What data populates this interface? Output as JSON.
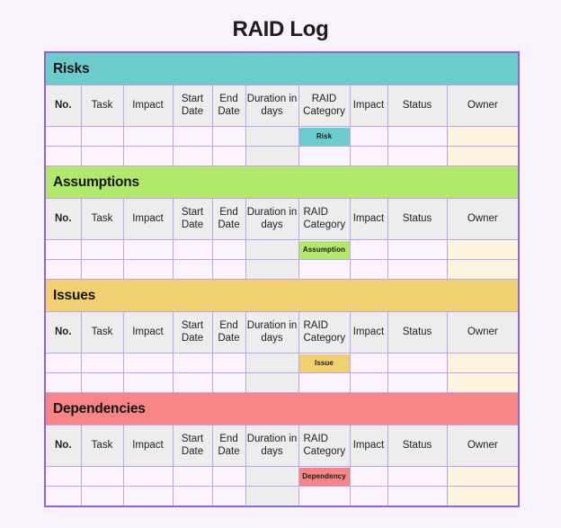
{
  "page": {
    "title": "RAID Log",
    "background_color": "#f8f1ff",
    "table_border_color": "#8d64e0",
    "cell_border_color": "#bda4ee"
  },
  "columns": [
    {
      "label": "No.",
      "bold": true
    },
    {
      "label": "Task",
      "bold": false
    },
    {
      "label": "Impact",
      "bold": false
    },
    {
      "label": "Start Date",
      "bold": false
    },
    {
      "label": "End Date",
      "bold": false
    },
    {
      "label": "Duration in days",
      "bold": false
    },
    {
      "label": "RAID Category",
      "bold": false
    },
    {
      "label": "Impact",
      "bold": false
    },
    {
      "label": "Status",
      "bold": false
    },
    {
      "label": "Owner",
      "bold": false
    }
  ],
  "sections": [
    {
      "name": "Risks",
      "color": "#6ccccb",
      "badge_label": "Risk",
      "header_align": "center",
      "rows": [
        {
          "no": "",
          "task": "",
          "impact": "",
          "start_date": "",
          "end_date": "",
          "duration": "",
          "category": "Risk",
          "impact2": "",
          "status": "",
          "owner": ""
        },
        {
          "no": "",
          "task": "",
          "impact": "",
          "start_date": "",
          "end_date": "",
          "duration": "",
          "category": "",
          "impact2": "",
          "status": "",
          "owner": ""
        }
      ]
    },
    {
      "name": "Assumptions",
      "color": "#b2e86b",
      "badge_label": "Assumption",
      "header_align": "left",
      "rows": [
        {
          "no": "",
          "task": "",
          "impact": "",
          "start_date": "",
          "end_date": "",
          "duration": "",
          "category": "Assumption",
          "impact2": "",
          "status": "",
          "owner": ""
        },
        {
          "no": "",
          "task": "",
          "impact": "",
          "start_date": "",
          "end_date": "",
          "duration": "",
          "category": "",
          "impact2": "",
          "status": "",
          "owner": ""
        }
      ]
    },
    {
      "name": "Issues",
      "color": "#f0d071",
      "badge_label": "Issue",
      "header_align": "left",
      "rows": [
        {
          "no": "",
          "task": "",
          "impact": "",
          "start_date": "",
          "end_date": "",
          "duration": "",
          "category": "Issue",
          "impact2": "",
          "status": "",
          "owner": ""
        },
        {
          "no": "",
          "task": "",
          "impact": "",
          "start_date": "",
          "end_date": "",
          "duration": "",
          "category": "",
          "impact2": "",
          "status": "",
          "owner": ""
        }
      ]
    },
    {
      "name": "Dependencies",
      "color": "#f78585",
      "badge_label": "Dependency",
      "header_align": "left",
      "rows": [
        {
          "no": "",
          "task": "",
          "impact": "",
          "start_date": "",
          "end_date": "",
          "duration": "",
          "category": "Dependency",
          "impact2": "",
          "status": "",
          "owner": ""
        },
        {
          "no": "",
          "task": "",
          "impact": "",
          "start_date": "",
          "end_date": "",
          "duration": "",
          "category": "",
          "impact2": "",
          "status": "",
          "owner": ""
        }
      ]
    }
  ]
}
